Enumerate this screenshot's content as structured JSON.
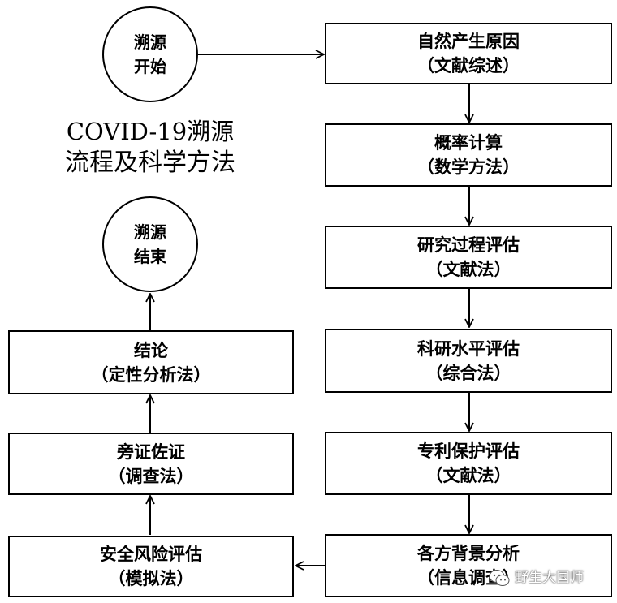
{
  "start": {
    "line1": "溯源",
    "line2": "开始"
  },
  "end": {
    "line1": "溯源",
    "line2": "结束"
  },
  "title": {
    "line1": "COVID-19溯源",
    "line2": "流程及科学方法"
  },
  "right_steps": [
    {
      "line1": "自然产生原因",
      "line2": "（文献综述）"
    },
    {
      "line1": "概率计算",
      "line2": "（数学方法）"
    },
    {
      "line1": "研究过程评估",
      "line2": "（文献法）"
    },
    {
      "line1": "科研水平评估",
      "line2": "（综合法）"
    },
    {
      "line1": "专利保护评估",
      "line2": "（文献法）"
    },
    {
      "line1": "各方背景分析",
      "line2": "（信息调查）"
    }
  ],
  "left_steps": [
    {
      "line1": "安全风险评估",
      "line2": "（模拟法）"
    },
    {
      "line1": "旁证佐证",
      "line2": "（调查法）"
    },
    {
      "line1": "结论",
      "line2": "（定性分析法）"
    }
  ],
  "watermark": {
    "text": "野生大国师",
    "icon": "wechat-icon"
  },
  "colors": {
    "stroke": "#000000",
    "background": "#ffffff"
  }
}
